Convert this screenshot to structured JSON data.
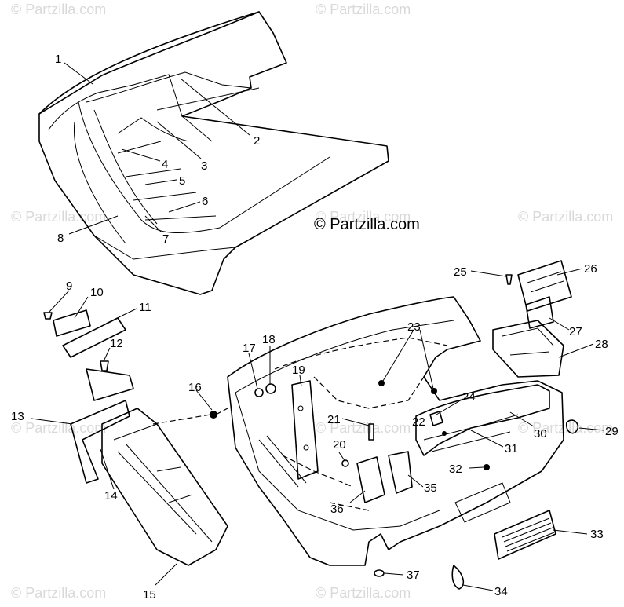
{
  "watermarks": [
    "© Partzilla.com",
    "© Partzilla.com",
    "© Partzilla.com",
    "© Partzilla.com",
    "© Partzilla.com",
    "© Partzilla.com",
    "© Partzilla.com",
    "© Partzilla.com",
    "© Partzilla.com",
    "© Partzilla.com"
  ],
  "brand": "© Partzilla.com",
  "callouts": [
    "1",
    "2",
    "3",
    "4",
    "5",
    "6",
    "7",
    "8",
    "9",
    "10",
    "11",
    "12",
    "13",
    "14",
    "15",
    "16",
    "17",
    "18",
    "19",
    "20",
    "21",
    "22",
    "23",
    "24",
    "25",
    "26",
    "27",
    "28",
    "29",
    "30",
    "31",
    "32",
    "33",
    "34",
    "35",
    "36",
    "37"
  ],
  "colors": {
    "line": "#000000",
    "watermark": "#d9d9d9",
    "background": "#ffffff"
  }
}
